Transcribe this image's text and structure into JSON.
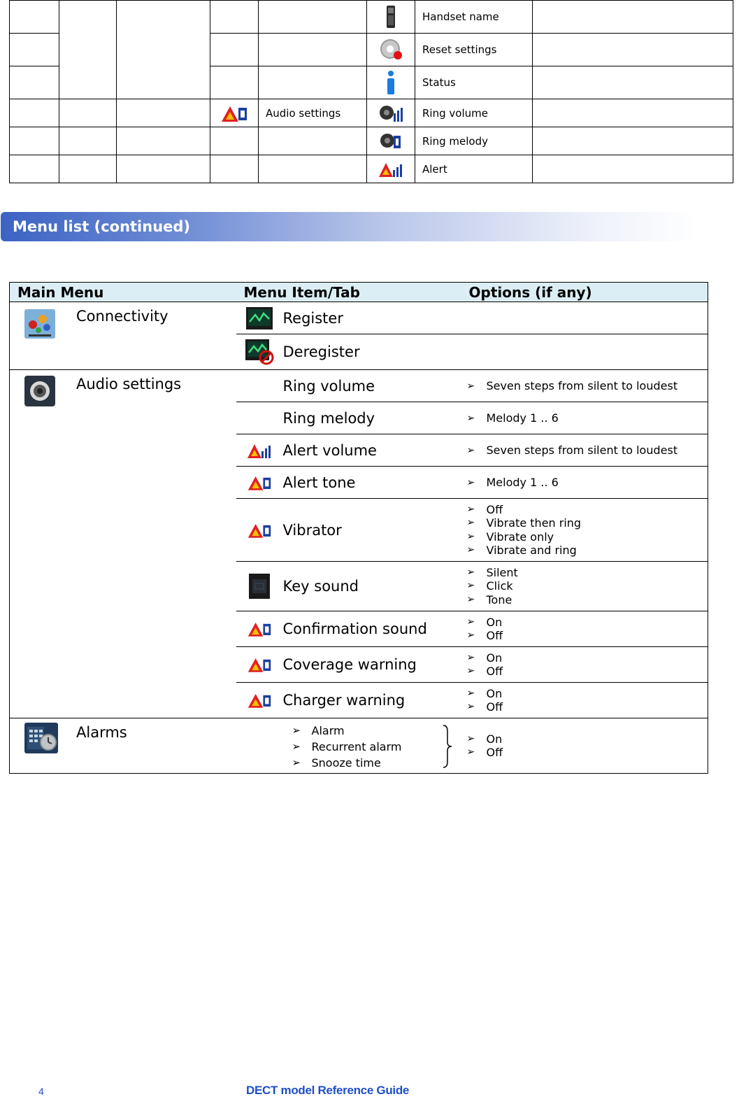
{
  "top_table": {
    "rows": [
      {
        "col5_label": "",
        "icon": "handset-icon",
        "item": "Handset name"
      },
      {
        "col5_label": "",
        "icon": "reset-gear-icon",
        "item": "Reset settings"
      },
      {
        "col5_label": "",
        "icon": "info-icon",
        "item": "Status"
      },
      {
        "col5_label": "Audio settings",
        "col5_icon": "alert-speaker-icon",
        "icon": "ring-volume-icon",
        "item": "Ring volume"
      },
      {
        "col5_label": "",
        "icon": "ring-melody-icon",
        "item": "Ring melody"
      },
      {
        "col5_label": "",
        "icon": "alert-volume-icon",
        "item": "Alert"
      }
    ]
  },
  "banner": {
    "title": "Menu list (continued)",
    "color": "#3c63c4"
  },
  "menu_table": {
    "headers": {
      "main": "Main Menu",
      "item": "Menu Item/Tab",
      "options": "Options (if any)"
    },
    "header_bg": "#dbeef5",
    "groups": [
      {
        "main_label": "Connectivity",
        "main_icon": "connectivity-icon",
        "items": [
          {
            "label": "Register",
            "icon": "register-icon",
            "options": []
          },
          {
            "label": "Deregister",
            "icon": "deregister-icon",
            "options": []
          }
        ]
      },
      {
        "main_label": "Audio settings",
        "main_icon": "speaker-icon",
        "items": [
          {
            "label": "Ring volume",
            "icon": "",
            "options": [
              "Seven steps from silent to loudest"
            ]
          },
          {
            "label": "Ring melody",
            "icon": "",
            "options": [
              "Melody 1 .. 6"
            ]
          },
          {
            "label": "Alert volume",
            "icon": "alert-volume-icon",
            "options": [
              "Seven steps from silent to loudest"
            ]
          },
          {
            "label": "Alert tone",
            "icon": "alert-speaker-icon",
            "options": [
              "Melody 1 .. 6"
            ]
          },
          {
            "label": "Vibrator",
            "icon": "alert-speaker-icon",
            "options": [
              "Off",
              "Vibrate then ring",
              "Vibrate only",
              "Vibrate and ring"
            ]
          },
          {
            "label": "Key sound",
            "icon": "keypad-icon",
            "options": [
              "Silent",
              "Click",
              "Tone"
            ]
          },
          {
            "label": "Confirmation sound",
            "icon": "alert-speaker-icon",
            "options": [
              "On",
              "Off"
            ]
          },
          {
            "label": "Coverage warning",
            "icon": "alert-speaker-icon",
            "options": [
              "On",
              "Off"
            ]
          },
          {
            "label": "Charger warning",
            "icon": "alert-speaker-icon",
            "options": [
              "On",
              "Off"
            ]
          }
        ]
      },
      {
        "main_label": "Alarms",
        "main_icon": "alarm-clock-icon",
        "sub_items": [
          "Alarm",
          "Recurrent alarm",
          "Snooze time"
        ],
        "options": [
          "On",
          "Off"
        ]
      }
    ]
  },
  "footer": {
    "page_number": "4",
    "title": "DECT model Reference Guide",
    "color": "#1e4fc7"
  }
}
